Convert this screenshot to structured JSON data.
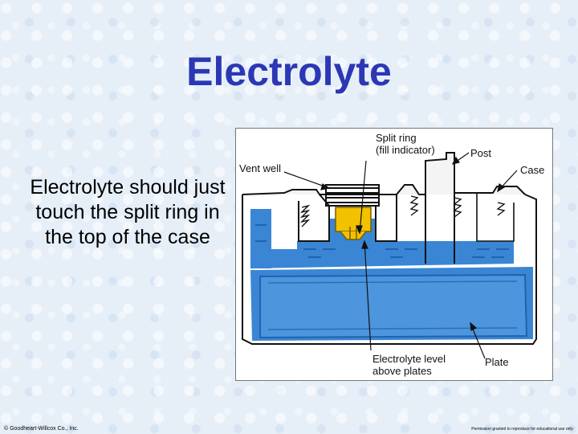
{
  "slide": {
    "title": "Electrolyte",
    "body": "Electrolyte should just touch the split ring in the top of the case"
  },
  "figure": {
    "labels": {
      "split_ring_line1": "Split ring",
      "split_ring_line2": "(fill indicator)",
      "post": "Post",
      "vent_well": "Vent well",
      "case": "Case",
      "level_line1": "Electrolyte level",
      "level_line2": "above plates",
      "plate": "Plate"
    }
  },
  "footer": {
    "copyright": "© Goodheart-Willcox Co., Inc.",
    "permission": "Permission granted to reproduce for educational use only"
  },
  "colors": {
    "title": "#2c37b4",
    "electrolyte": "#3a86d4",
    "electrolyte_dark": "#1e64ad",
    "split_ring": "#f2c100"
  }
}
